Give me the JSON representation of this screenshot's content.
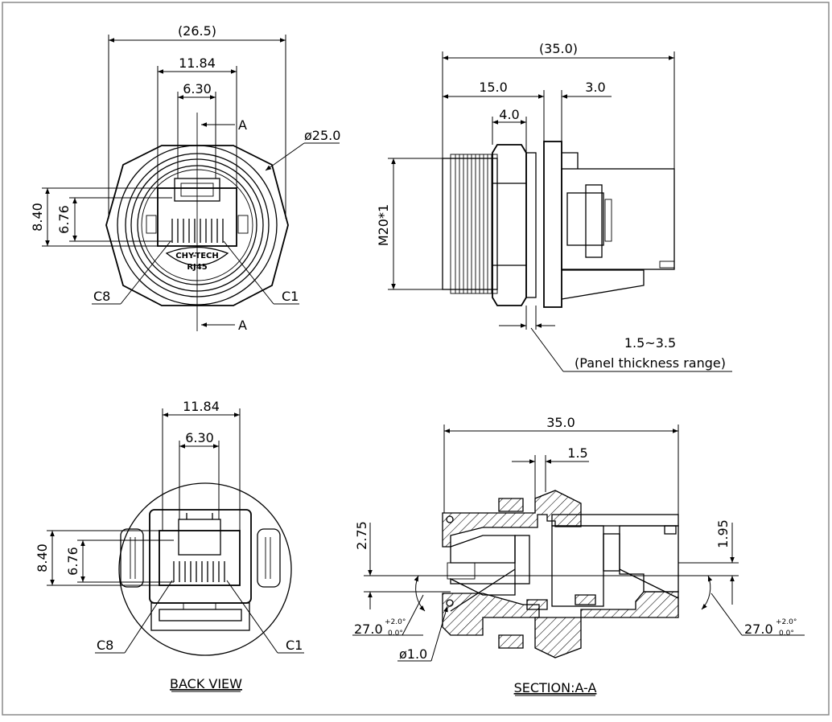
{
  "views": {
    "front": {
      "overall_width": "(26.5)",
      "jack_width": "11.84",
      "latch_width": "6.30",
      "section_mark": "A",
      "outer_diameter": "ø25.0",
      "height_outer": "8.40",
      "height_inner": "6.76",
      "brand": "CHY-TECH",
      "model": "RJ45",
      "pin_left": "C8",
      "pin_right": "C1"
    },
    "side": {
      "overall_length": "(35.0)",
      "thread_length": "15.0",
      "nut_width": "4.0",
      "flange_width": "3.0",
      "thread_size": "M20*1",
      "panel_range": "1.5~3.5",
      "panel_note": "(Panel thickness range)"
    },
    "back": {
      "jack_width": "11.84",
      "latch_width": "6.30",
      "height_outer": "8.40",
      "height_inner": "6.76",
      "pin_left": "C8",
      "pin_right": "C1",
      "caption": "BACK VIEW"
    },
    "section": {
      "overall_length": "35.0",
      "step": "1.5",
      "offset_left": "2.75",
      "offset_right": "1.95",
      "angle_left": "27.0",
      "angle_left_tol_upper": "+2.0°",
      "angle_left_tol_lower": "0.0°",
      "angle_right": "27.0",
      "angle_right_tol_upper": "+2.0°",
      "angle_right_tol_lower": "0.0°",
      "hole": "ø1.0",
      "caption": "SECTION:A-A"
    }
  }
}
